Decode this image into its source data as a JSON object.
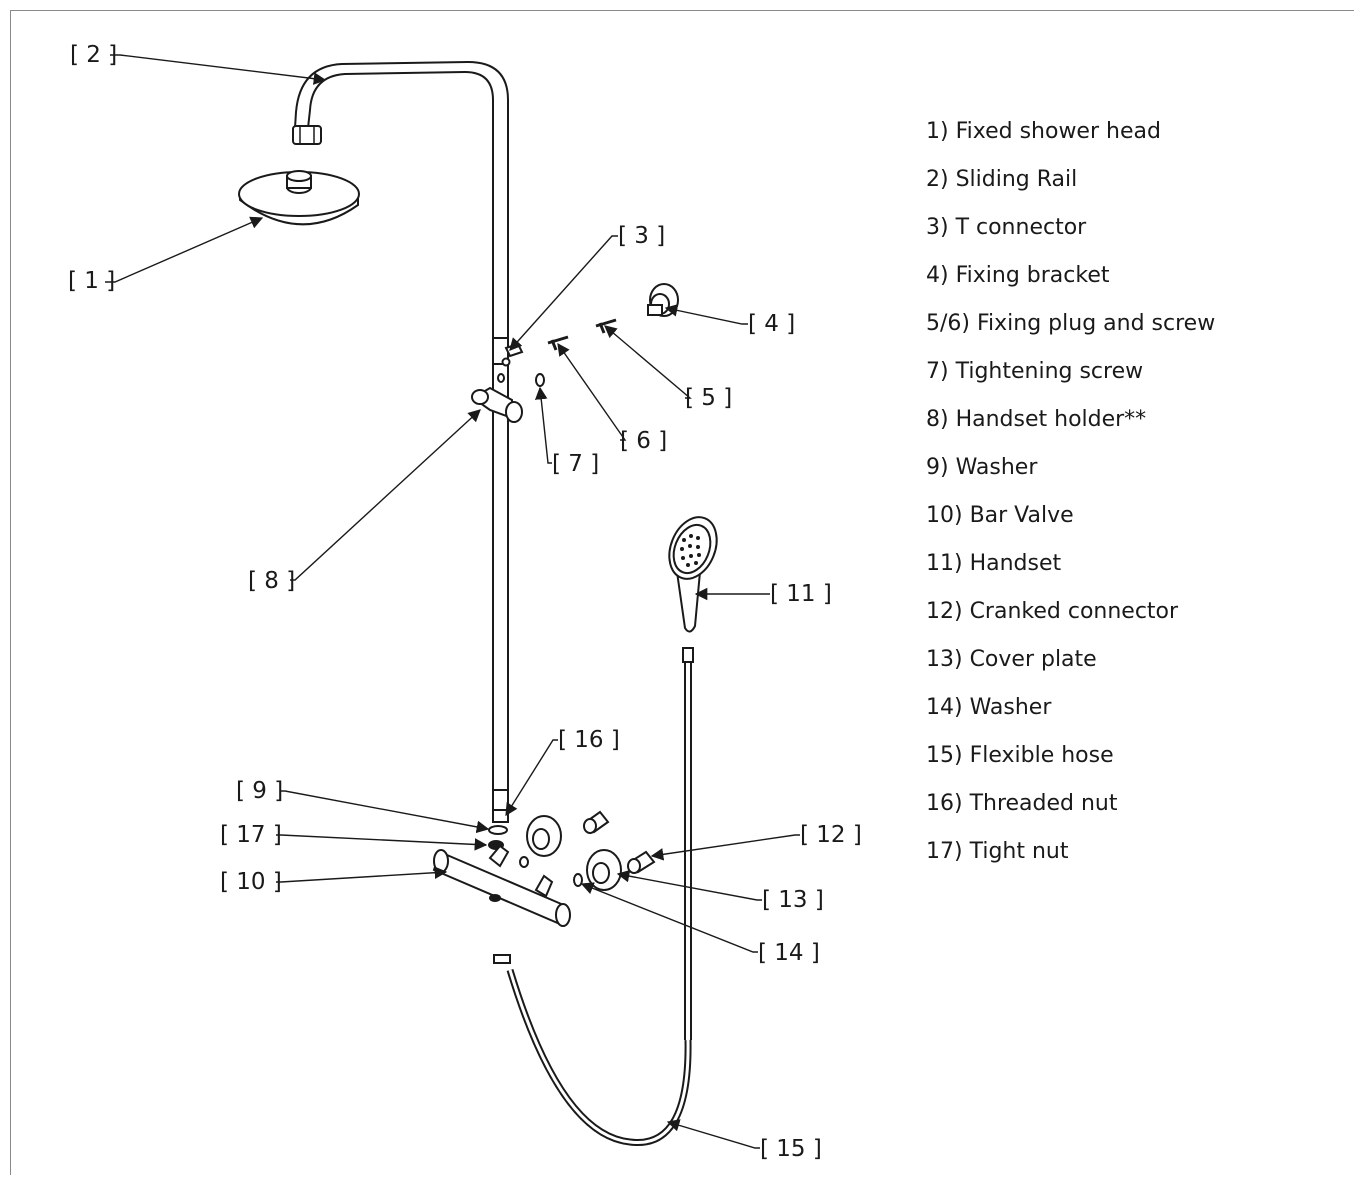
{
  "callouts": {
    "c1": "[ 1 ]",
    "c2": "[ 2 ]",
    "c3": "[ 3 ]",
    "c4": "[ 4 ]",
    "c5": "[ 5 ]",
    "c6": "[ 6 ]",
    "c7": "[ 7 ]",
    "c8": "[ 8 ]",
    "c9": "[ 9 ]",
    "c10": "[ 10 ]",
    "c11": "[ 11 ]",
    "c12": "[ 12 ]",
    "c13": "[ 13 ]",
    "c14": "[ 14 ]",
    "c15": "[ 15 ]",
    "c16": "[ 16 ]",
    "c17": "[ 17 ]"
  },
  "legend": [
    "1) Fixed shower head",
    "2) Sliding Rail",
    "3) T connector",
    "4) Fixing bracket",
    "5/6) Fixing plug and screw",
    "7) Tightening screw",
    "8) Handset holder**",
    "9) Washer",
    "10) Bar Valve",
    "11) Handset",
    "12) Cranked connector",
    "13) Cover plate",
    "14) Washer",
    "15) Flexible hose",
    "16) Threaded nut",
    "17) Tight nut"
  ],
  "colors": {
    "line": "#1a1a1a",
    "frame": "#8a8a8a",
    "background": "#ffffff"
  }
}
